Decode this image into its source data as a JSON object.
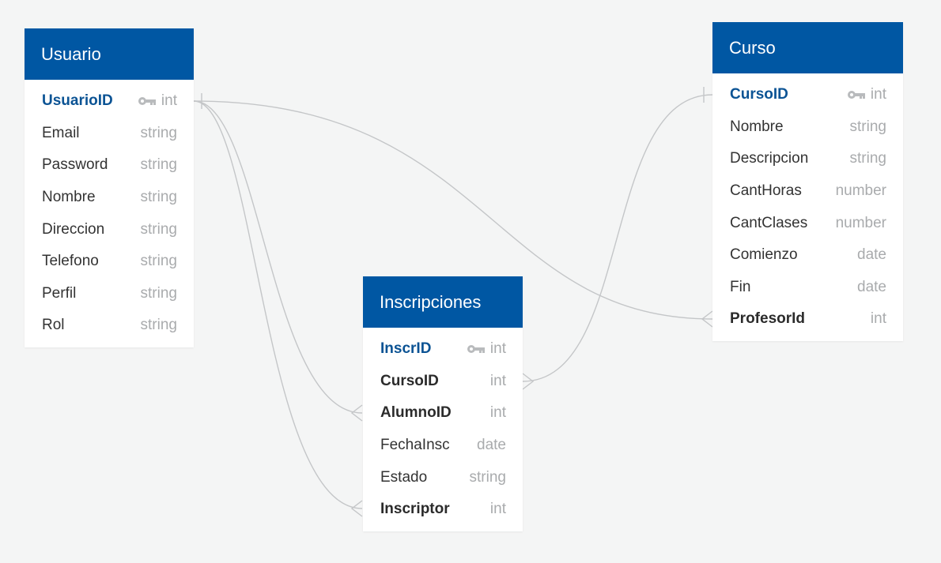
{
  "colors": {
    "header": "#0057a3",
    "pk": "#0b5394",
    "type": "#a9abad",
    "line": "#c4c6c8",
    "background": "#f4f5f5"
  },
  "entities": {
    "usuario": {
      "title": "Usuario",
      "fields": [
        {
          "name": "UsuarioID",
          "type": "int",
          "pk": true
        },
        {
          "name": "Email",
          "type": "string"
        },
        {
          "name": "Password",
          "type": "string"
        },
        {
          "name": "Nombre",
          "type": "string"
        },
        {
          "name": "Direccion",
          "type": "string"
        },
        {
          "name": "Telefono",
          "type": "string"
        },
        {
          "name": "Perfil",
          "type": "string"
        },
        {
          "name": "Rol",
          "type": "string"
        }
      ]
    },
    "curso": {
      "title": "Curso",
      "fields": [
        {
          "name": "CursoID",
          "type": "int",
          "pk": true
        },
        {
          "name": "Nombre",
          "type": "string"
        },
        {
          "name": "Descripcion",
          "type": "string"
        },
        {
          "name": "CantHoras",
          "type": "number"
        },
        {
          "name": "CantClases",
          "type": "number"
        },
        {
          "name": "Comienzo",
          "type": "date"
        },
        {
          "name": "Fin",
          "type": "date"
        },
        {
          "name": "ProfesorId",
          "type": "int",
          "fk": true
        }
      ]
    },
    "inscripciones": {
      "title": "Inscripciones",
      "fields": [
        {
          "name": "InscrID",
          "type": "int",
          "pk": true
        },
        {
          "name": "CursoID",
          "type": "int",
          "fk": true
        },
        {
          "name": "AlumnoID",
          "type": "int",
          "fk": true
        },
        {
          "name": "FechaInsc",
          "type": "date"
        },
        {
          "name": "Estado",
          "type": "string"
        },
        {
          "name": "Inscriptor",
          "type": "int",
          "fk": true
        }
      ]
    }
  },
  "relationships": [
    {
      "from": "Usuario.UsuarioID",
      "to": "Inscripciones.AlumnoID"
    },
    {
      "from": "Usuario.UsuarioID",
      "to": "Inscripciones.Inscriptor"
    },
    {
      "from": "Usuario.UsuarioID",
      "to": "Curso.ProfesorId"
    },
    {
      "from": "Curso.CursoID",
      "to": "Inscripciones.CursoID"
    }
  ]
}
